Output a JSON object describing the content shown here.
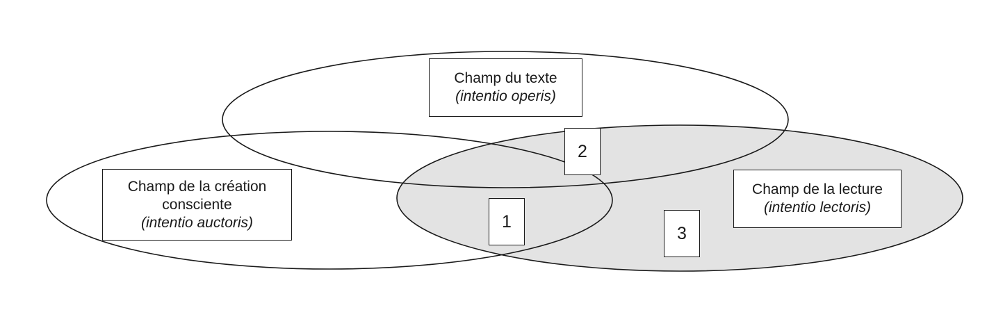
{
  "colors": {
    "stroke": "#1a1a1a",
    "reading_field_fill": "#e3e3e3",
    "box_fill": "#ffffff"
  },
  "fields": {
    "text": {
      "line1": "Champ du texte",
      "line2": "(intentio operis)"
    },
    "creation": {
      "line1": "Champ de la création",
      "line2": "consciente",
      "line3": "(intentio auctoris)"
    },
    "reading": {
      "line1": "Champ de la lecture",
      "line2": "(intentio lectoris)"
    }
  },
  "zones": [
    "1",
    "2",
    "3"
  ]
}
